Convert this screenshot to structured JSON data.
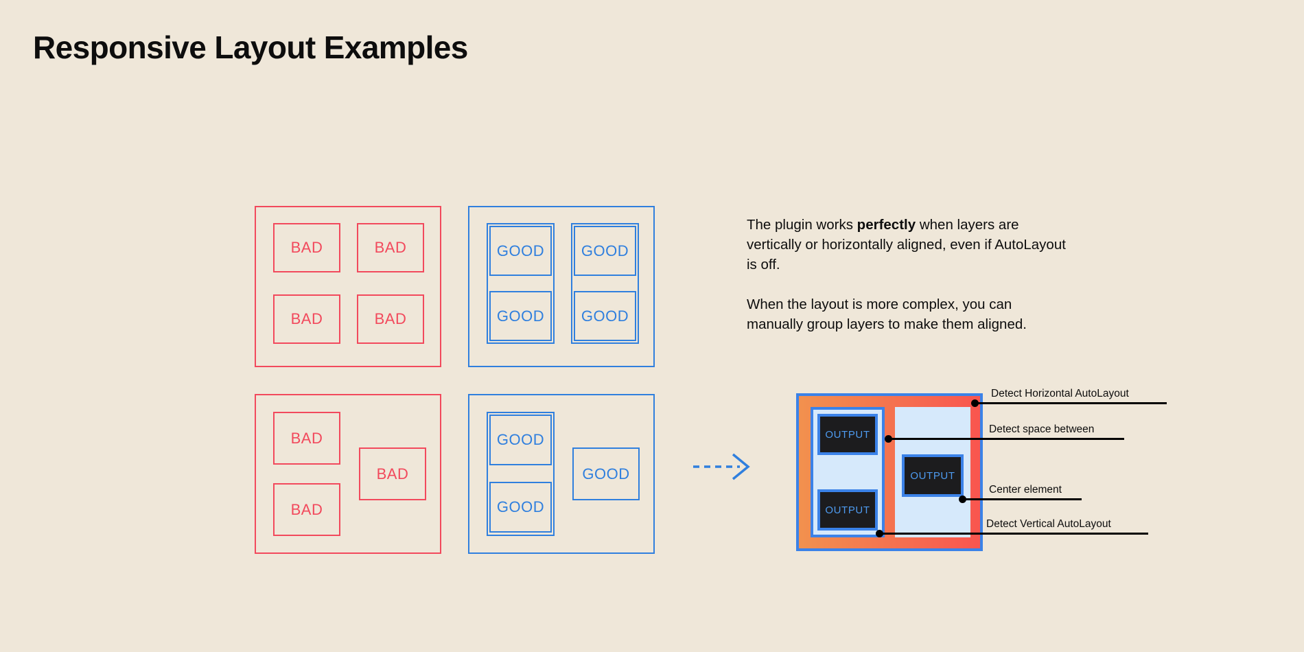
{
  "page": {
    "title": "Responsive Layout Examples",
    "background_color": "#EFE7D9",
    "bad_color": "#F2495C",
    "good_color": "#2F7FDE"
  },
  "examples": {
    "grid_bad": {
      "label": "bad-grid-panel",
      "cells": [
        {
          "text": "BAD"
        },
        {
          "text": "BAD"
        },
        {
          "text": "BAD"
        },
        {
          "text": "BAD"
        }
      ]
    },
    "grid_good": {
      "label": "good-grid-panel",
      "cells": [
        {
          "text": "GOOD"
        },
        {
          "text": "GOOD"
        },
        {
          "text": "GOOD"
        },
        {
          "text": "GOOD"
        }
      ]
    },
    "complex_bad": {
      "label": "bad-complex-panel",
      "cells": [
        {
          "text": "BAD"
        },
        {
          "text": "BAD"
        },
        {
          "text": "BAD"
        }
      ]
    },
    "complex_good": {
      "label": "good-complex-panel",
      "cells": [
        {
          "text": "GOOD"
        },
        {
          "text": "GOOD"
        },
        {
          "text": "GOOD"
        }
      ]
    }
  },
  "arrow": {
    "icon": "dashed-arrow-right-icon",
    "color": "#2F7FDE"
  },
  "description": {
    "para1_before": "The plugin works ",
    "para1_bold": "perfectly",
    "para1_after": " when layers are vertically or horizontally aligned, even if AutoLayout is off.",
    "para2": "When the layout is more complex, you can manually group layers to make them aligned."
  },
  "detection": {
    "outputs": [
      {
        "text": "OUTPUT"
      },
      {
        "text": "OUTPUT"
      },
      {
        "text": "OUTPUT"
      }
    ],
    "callouts": [
      {
        "text": "Detect Horizontal AutoLayout"
      },
      {
        "text": "Detect space between"
      },
      {
        "text": "Center element"
      },
      {
        "text": "Detect Vertical AutoLayout"
      }
    ],
    "colors": {
      "frame": "#3B82E8",
      "fill_start": "#F2914E",
      "fill_end": "#F9554F",
      "column": "#D6E9FB",
      "output_fill": "#1C1C1E",
      "output_text": "#4E9BF0"
    }
  }
}
